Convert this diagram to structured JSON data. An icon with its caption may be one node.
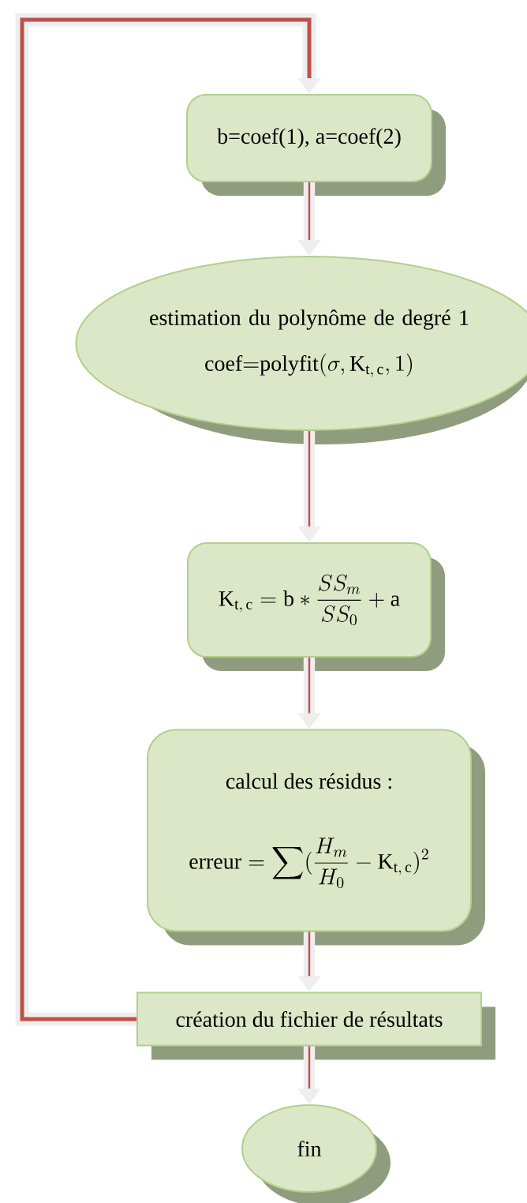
{
  "diagram": {
    "nodes": [
      {
        "text": [
          "b=coef(1), a=coef(2)"
        ]
      },
      {
        "text": [
          "estimation du polynôme de degré 1",
          "\\mathrm{coef{=}polyfit}(\\sigma,\\mathrm{K}_{\\mathrm{t,\\,c}},1)"
        ]
      },
      {
        "text": [
          "\\mathrm{K}_{\\mathrm{t,\\,c}} = \\mathrm{b} * \\frac{SS_{m}}{SS_{0}} + \\mathrm{a}"
        ]
      },
      {
        "text": [
          "calcul des résidus :",
          "\\mathrm{erreur} = \\sum(\\frac{H_{m}}{H_{0}} - \\mathrm{K}_{\\mathrm{t,\\,c}})^{2}"
        ]
      },
      {
        "text": [
          "création du fichier de résultats"
        ]
      },
      {
        "text": [
          "fin"
        ]
      }
    ],
    "edges": [
      {
        "from": 0,
        "to": 1,
        "arrow": "to"
      },
      {
        "from": 1,
        "to": 2,
        "arrow": "to"
      },
      {
        "from": 2,
        "to": 3,
        "arrow": "to"
      },
      {
        "from": 3,
        "to": 4,
        "arrow": "to"
      },
      {
        "from": 4,
        "to": 5,
        "arrow": "to"
      },
      {
        "from": 4,
        "to": 0,
        "arrow": "to"
      }
    ]
  }
}
